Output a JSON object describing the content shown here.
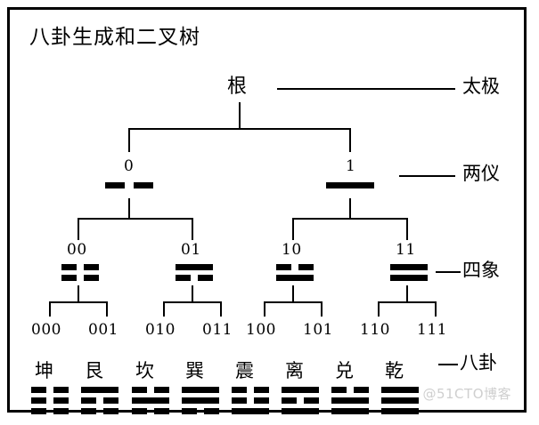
{
  "title": "八卦生成和二叉树",
  "watermark": "@51CTO博客",
  "root": {
    "label": "根"
  },
  "right_labels": [
    {
      "name": "taiji",
      "text": "太极"
    },
    {
      "name": "liangyi",
      "text": "两仪"
    },
    {
      "name": "sixiang",
      "text": "四象"
    },
    {
      "name": "bagua",
      "text": "八卦"
    }
  ],
  "level1": [
    {
      "code": "0",
      "yao": [
        "broken"
      ]
    },
    {
      "code": "1",
      "yao": [
        "solid"
      ]
    }
  ],
  "level2": [
    {
      "code": "00",
      "yao": [
        "broken",
        "broken"
      ]
    },
    {
      "code": "01",
      "yao": [
        "solid",
        "broken"
      ]
    },
    {
      "code": "10",
      "yao": [
        "broken",
        "solid"
      ]
    },
    {
      "code": "11",
      "yao": [
        "solid",
        "solid"
      ]
    }
  ],
  "level3_codes": [
    "000",
    "001",
    "010",
    "011",
    "100",
    "101",
    "110",
    "111"
  ],
  "trigrams": [
    {
      "code": "000",
      "name": "坤",
      "yao": [
        "broken",
        "broken",
        "broken"
      ]
    },
    {
      "code": "001",
      "name": "艮",
      "yao": [
        "solid",
        "broken",
        "broken"
      ]
    },
    {
      "code": "010",
      "name": "坎",
      "yao": [
        "broken",
        "solid",
        "broken"
      ]
    },
    {
      "code": "011",
      "name": "巽",
      "yao": [
        "solid",
        "solid",
        "broken"
      ]
    },
    {
      "code": "100",
      "name": "震",
      "yao": [
        "broken",
        "broken",
        "solid"
      ]
    },
    {
      "code": "101",
      "name": "离",
      "yao": [
        "solid",
        "broken",
        "solid"
      ]
    },
    {
      "code": "110",
      "name": "兑",
      "yao": [
        "broken",
        "solid",
        "solid"
      ]
    },
    {
      "code": "111",
      "name": "乾",
      "yao": [
        "solid",
        "solid",
        "solid"
      ]
    }
  ],
  "colors": {
    "ink": "#000000",
    "background": "#ffffff",
    "watermark": "#cfcfcf"
  }
}
